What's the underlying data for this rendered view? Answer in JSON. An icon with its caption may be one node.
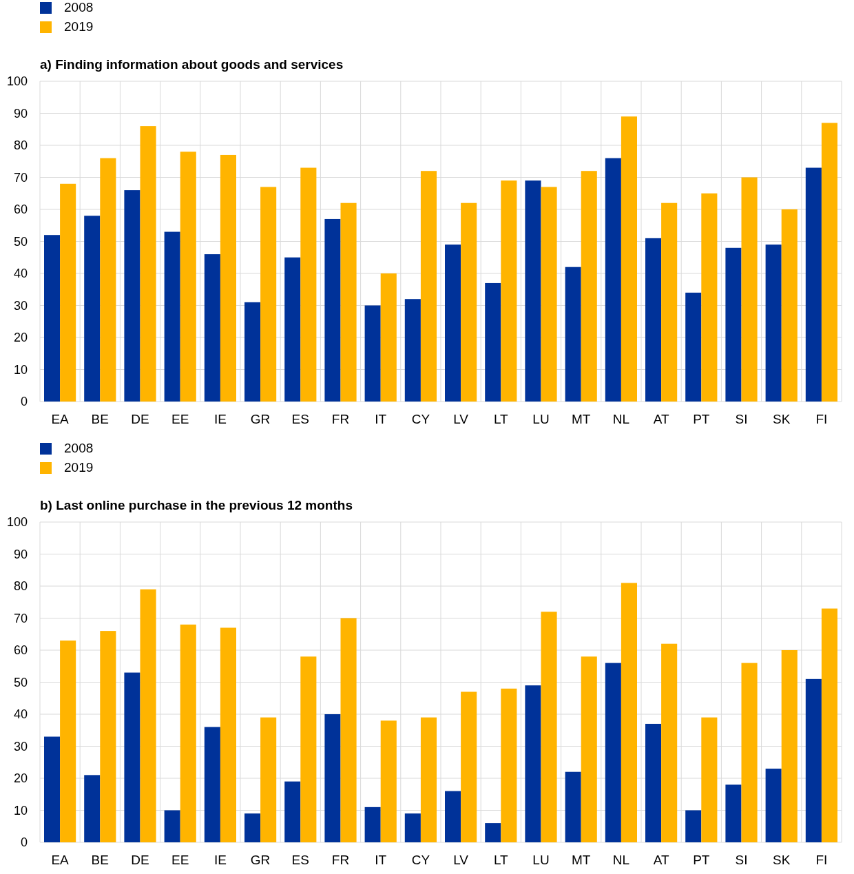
{
  "diagram": {
    "chart_data": [
      {
        "type": "bar",
        "grid": true,
        "title": "a) Finding information about goods and services",
        "categories": [
          "EA",
          "BE",
          "DE",
          "EE",
          "IE",
          "GR",
          "ES",
          "FR",
          "IT",
          "CY",
          "LV",
          "LT",
          "LU",
          "MT",
          "NL",
          "AT",
          "PT",
          "SI",
          "SK",
          "FI"
        ],
        "ylim": [
          0,
          100
        ],
        "yticks": [
          0,
          10,
          20,
          30,
          40,
          50,
          60,
          70,
          80,
          90,
          100
        ],
        "series": [
          {
            "name": "2008",
            "color": "#003299",
            "values": [
              52,
              58,
              66,
              53,
              46,
              31,
              45,
              57,
              30,
              32,
              49,
              37,
              69,
              42,
              76,
              51,
              34,
              48,
              49,
              73
            ]
          },
          {
            "name": "2019",
            "color": "#ffb400",
            "values": [
              68,
              76,
              86,
              78,
              77,
              67,
              73,
              62,
              40,
              72,
              62,
              69,
              67,
              72,
              89,
              62,
              65,
              70,
              60,
              87
            ]
          }
        ]
      },
      {
        "type": "bar",
        "grid": true,
        "title": "b) Last online purchase in the previous 12 months",
        "categories": [
          "EA",
          "BE",
          "DE",
          "EE",
          "IE",
          "GR",
          "ES",
          "FR",
          "IT",
          "CY",
          "LV",
          "LT",
          "LU",
          "MT",
          "NL",
          "AT",
          "PT",
          "SI",
          "SK",
          "FI"
        ],
        "ylim": [
          0,
          100
        ],
        "yticks": [
          0,
          10,
          20,
          30,
          40,
          50,
          60,
          70,
          80,
          90,
          100
        ],
        "series": [
          {
            "name": "2008",
            "color": "#003299",
            "values": [
              33,
              21,
              53,
              10,
              36,
              9,
              19,
              40,
              11,
              9,
              16,
              6,
              49,
              22,
              56,
              37,
              10,
              18,
              23,
              51
            ]
          },
          {
            "name": "2019",
            "color": "#ffb400",
            "values": [
              63,
              66,
              79,
              68,
              67,
              39,
              58,
              70,
              38,
              39,
              47,
              48,
              72,
              58,
              81,
              62,
              39,
              56,
              60,
              73
            ]
          }
        ]
      }
    ]
  }
}
